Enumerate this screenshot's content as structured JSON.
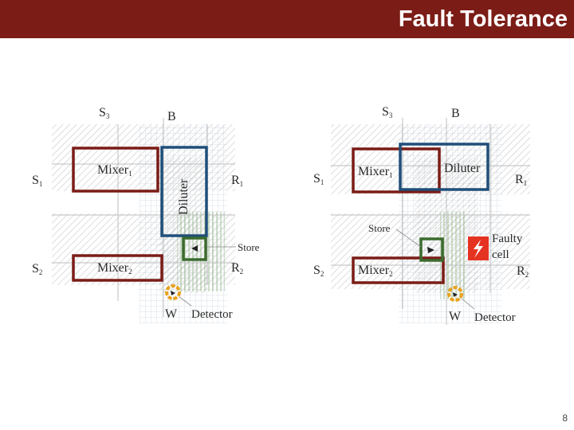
{
  "slide": {
    "title": "Fault Tolerance",
    "page_number": "8"
  },
  "colors": {
    "title_bar": "#7b1c16",
    "mixer_box": "#7b1c16",
    "diluter_box": "#1f4e79",
    "store_box": "#3b6b2e",
    "detector": "#e8a21c",
    "faulty_cell": "#e53322"
  },
  "left_diagram": {
    "ports": {
      "s3": {
        "base": "S",
        "sub": "3"
      },
      "b": {
        "base": "B",
        "sub": ""
      },
      "s1": {
        "base": "S",
        "sub": "1"
      },
      "r1": {
        "base": "R",
        "sub": "1"
      },
      "s2": {
        "base": "S",
        "sub": "2"
      },
      "r2": {
        "base": "R",
        "sub": "2"
      },
      "w": {
        "base": "W",
        "sub": ""
      }
    },
    "mixer1": {
      "base": "Mixer",
      "sub": "1"
    },
    "mixer2": {
      "base": "Mixer",
      "sub": "2"
    },
    "diluter": "Diluter",
    "store": "Store",
    "detector": "Detector"
  },
  "right_diagram": {
    "ports": {
      "s3": {
        "base": "S",
        "sub": "3"
      },
      "b": {
        "base": "B",
        "sub": ""
      },
      "s1": {
        "base": "S",
        "sub": "1"
      },
      "r1": {
        "base": "R",
        "sub": "1"
      },
      "s2": {
        "base": "S",
        "sub": "2"
      },
      "r2": {
        "base": "R",
        "sub": "2"
      },
      "w": {
        "base": "W",
        "sub": ""
      }
    },
    "mixer1": {
      "base": "Mixer",
      "sub": "1"
    },
    "mixer2": {
      "base": "Mixer",
      "sub": "2"
    },
    "diluter": "Diluter",
    "store": "Store",
    "faulty_line1": "Faulty",
    "faulty_line2": "cell",
    "detector": "Detector",
    "fault_icon": "lightning-bolt-icon"
  }
}
